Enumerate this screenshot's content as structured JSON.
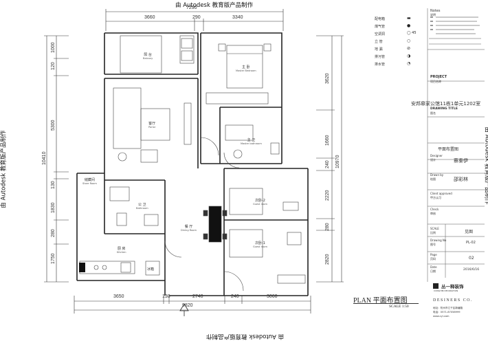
{
  "watermark": "由 Autodesk 教育版产品制作",
  "dimensions": {
    "top_total": "7290",
    "top_segments": [
      "3660",
      "290",
      "3340"
    ],
    "bottom_total": "9820",
    "bottom_segments": [
      "3650",
      "130",
      "2740",
      "240",
      "3060"
    ],
    "left_total": "10410",
    "left_segments": [
      "1000",
      "120",
      "5300",
      "130",
      "1830",
      "280",
      "1750"
    ],
    "right_total": "10970",
    "right_segments": [
      "3620",
      "1660",
      "240",
      "2220",
      "280",
      "2820"
    ]
  },
  "rooms": {
    "balcony": {
      "cn": "阳 台",
      "en": "Balcony"
    },
    "master_bedroom": {
      "cn": "主 卧",
      "en": "Master Bedroom"
    },
    "parlor": {
      "cn": "客厅",
      "en": "Parlor"
    },
    "master_bathroom": {
      "cn": "主 卫",
      "en": "Master bathroom"
    },
    "store_room": {
      "cn": "储藏间",
      "en": "Store Room"
    },
    "bathroom": {
      "cn": "公 卫",
      "en": "Bathroom"
    },
    "guest_room_2": {
      "cn": "次卧-2",
      "en": "Guest room"
    },
    "guest_room_1": {
      "cn": "次卧-1",
      "en": "Guest room"
    },
    "dining_room": {
      "cn": "餐 厅",
      "en": "Dining Room"
    },
    "kitchen": {
      "cn": "厨 房",
      "en": "Kitchen"
    },
    "fridge": "冰箱"
  },
  "legend": [
    {
      "label": "配电箱",
      "symbol": "▬"
    },
    {
      "label": "煤气管",
      "symbol": "●"
    },
    {
      "label": "空调洞",
      "symbol": "◯ 45"
    },
    {
      "label": "立 管",
      "symbol": "○"
    },
    {
      "label": "地 漏",
      "symbol": "⊘"
    },
    {
      "label": "排污管",
      "symbol": "◑"
    },
    {
      "label": "排水管",
      "symbol": "◔"
    }
  ],
  "title_block": {
    "notes_heading": "Notes",
    "notes_sub": "说明",
    "project_heading": "PROJECT",
    "project_sub": "项目名称",
    "project_name": "安邦皋家公馆11栋1单元1202室",
    "drawing_title_heading": "DRAWING TITLE",
    "drawing_title_sub": "图名",
    "drawing_title": "平面布置图",
    "designer_label": "Designer",
    "designer_sub": "设计",
    "designer": "蔡秦伊",
    "drawn_by_label": "Drawn by",
    "drawn_by_sub": "绘图",
    "drawn_by": "邵彩林",
    "client_label": "Client approved",
    "client_sub": "甲方认可",
    "check_label": "Check",
    "check_sub": "审核",
    "scale_label": "SCALE",
    "scale_sub": "比例",
    "scale_value": "见图",
    "drawing_no_label": "Drawing No",
    "drawing_no_sub": "图号",
    "drawing_no": "PL-02",
    "page_label": "Page",
    "page_sub": "页码",
    "page": "02",
    "date_label": "Date",
    "date_sub": "日期",
    "date": "2016/6/16",
    "company_name": "丛一释装饰",
    "company_sub": "CONGYIBI DECORATION",
    "designers_co": "DESINERS CO.",
    "address": "地址：杭州市江干区新塘路",
    "phone": "电话：0571-87058999",
    "website": "www.cyi.com"
  },
  "plan_title": "PLAN  平面布置图",
  "plan_scale": "SCALE  1:50"
}
